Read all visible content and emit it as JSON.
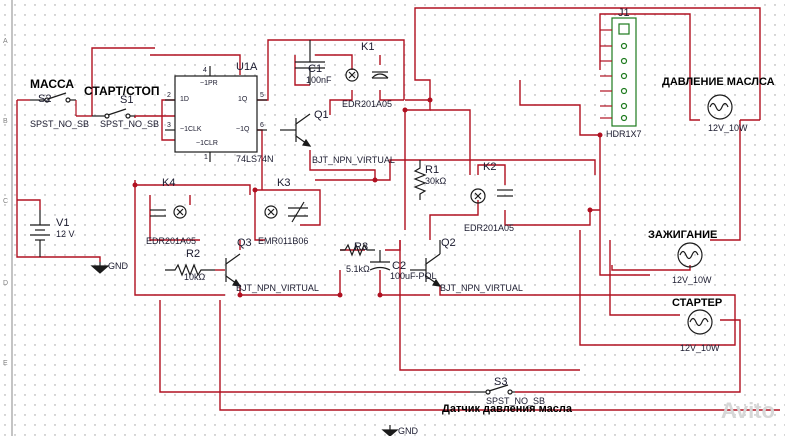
{
  "heading_labels": {
    "mass": "МАССА",
    "start_stop": "СТАРТ/СТОП",
    "oil_pressure": "ДАВЛЕНИЕ МАСЛСА",
    "ignition": "ЗАЖИГАНИЕ",
    "starter": "СТАРТЕР",
    "oil_pressure_sensor": "Датчик давления масла"
  },
  "components": {
    "s2": {
      "ref": "S2",
      "type": "SPST_NO_SB"
    },
    "s1": {
      "ref": "S1",
      "type": "SPST_NO_SB"
    },
    "s3": {
      "ref": "S3",
      "type": "SPST_NO_SB"
    },
    "u1": {
      "ref": "U1A",
      "type": "74LS74N",
      "pins": {
        "pr": "~1PR",
        "d": "1D",
        "q": "1Q",
        "clk": "~1CLK",
        "qn": "~1Q",
        "clr": "~1CLR",
        "p4": "4",
        "p2": "2",
        "p3": "3",
        "p1": "1",
        "p5": "5",
        "p6": "6"
      }
    },
    "c1": {
      "ref": "C1",
      "value": "100nF"
    },
    "c2": {
      "ref": "C2",
      "value": "100uF-POL"
    },
    "k1": {
      "ref": "K1",
      "type": "EDR201A05"
    },
    "k2": {
      "ref": "K2",
      "type": "EDR201A05"
    },
    "k3": {
      "ref": "K3",
      "type": "EMR011B06"
    },
    "k4": {
      "ref": "K4",
      "type": "EDR201A05"
    },
    "q1": {
      "ref": "Q1",
      "type": "BJT_NPN_VIRTUAL"
    },
    "q2": {
      "ref": "Q2",
      "type": "BJT_NPN_VIRTUAL"
    },
    "q3": {
      "ref": "Q3",
      "type": "BJT_NPN_VIRTUAL"
    },
    "r1": {
      "ref": "R1",
      "value": "30kΩ"
    },
    "r2": {
      "ref": "R2",
      "value": "10kΩ"
    },
    "r3": {
      "ref": "R3",
      "value": "5.1kΩ"
    },
    "v1": {
      "ref": "V1",
      "value": "12 V"
    },
    "j1": {
      "ref": "J1",
      "type": "HDR1X7"
    },
    "gnd1": "GND",
    "gnd2": "GND",
    "lamp_oil": "12V_10W",
    "lamp_ign": "12V_10W",
    "lamp_starter": "12V_10W"
  },
  "row_markers": [
    "A",
    "B",
    "C",
    "D",
    "E"
  ],
  "watermark": "Avito",
  "colors": {
    "background": "#ffffff",
    "grid_dot": "#9a9a9a",
    "wire_red": "#b01020",
    "component_dark": "#1b1b1b",
    "component_blue": "#0c1c6a",
    "label_text": "#1a1a2e",
    "header_green": "#1d7a1d"
  }
}
